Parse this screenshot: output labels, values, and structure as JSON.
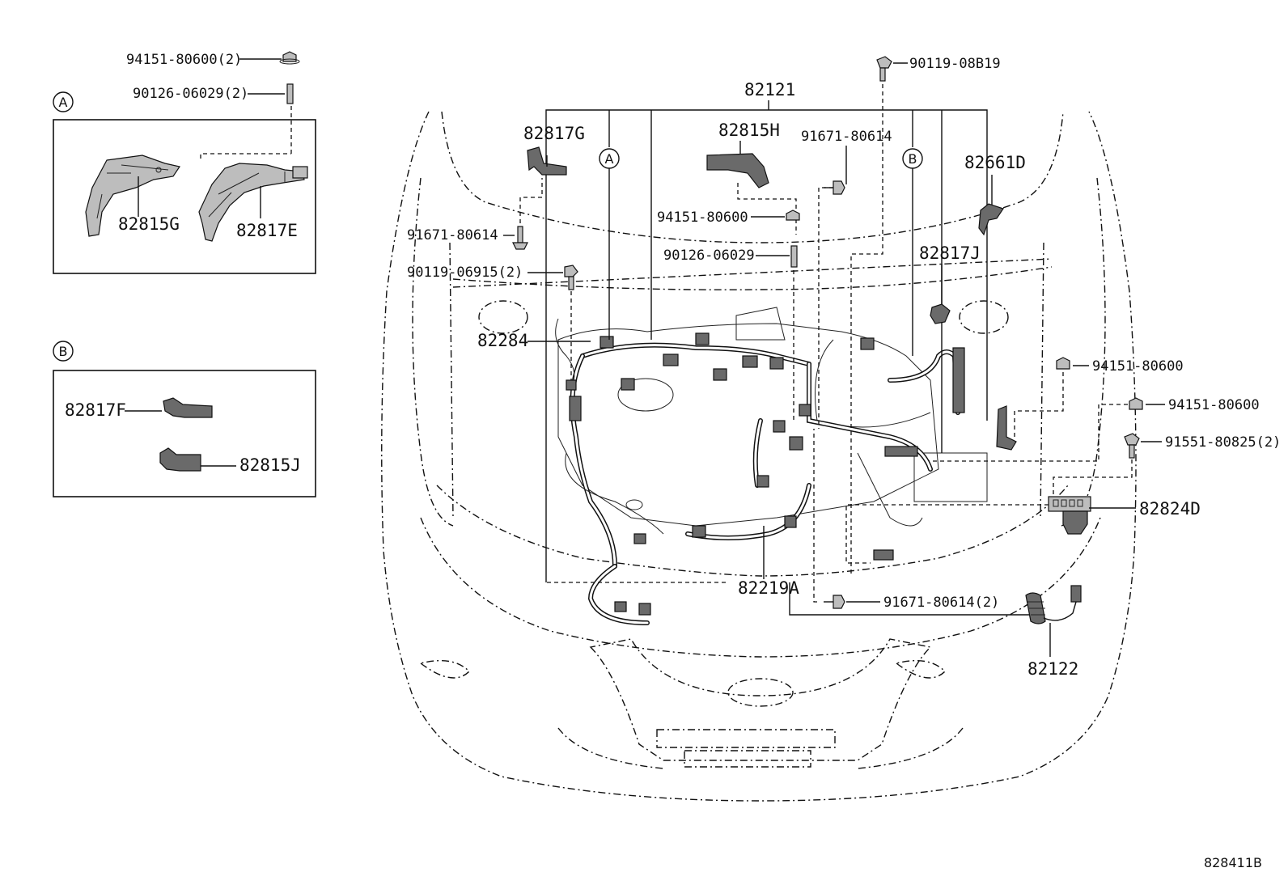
{
  "diagram_id": "828411B",
  "inset_a": {
    "marker": "A",
    "parts": {
      "p1": "82815G",
      "p2": "82817E"
    }
  },
  "inset_b": {
    "marker": "B",
    "parts": {
      "p1": "82817F",
      "p2": "82815J"
    }
  },
  "top_left_fasteners": {
    "nut": "94151-80600(2)",
    "stud": "90126-06029(2)"
  },
  "main_harness": "82121",
  "callout_markers": {
    "a": "A",
    "b": "B"
  },
  "labels": {
    "l82817G": "82817G",
    "l82815H": "82815H",
    "l91671_top": "91671-80614",
    "l90119_08B19": "90119-08B19",
    "l82661D": "82661D",
    "l91671_left": "91671-80614",
    "l94151_mid": "94151-80600",
    "l90126_mid": "90126-06029",
    "l90119_06915": "90119-06915(2)",
    "l82817J": "82817J",
    "l82284": "82284",
    "l94151_r1": "94151-80600",
    "l94151_r2": "94151-80600",
    "l91551": "91551-80825(2)",
    "l82824D": "82824D",
    "l82219A": "82219A",
    "l91671_bottom": "91671-80614(2)",
    "l82122": "82122"
  }
}
